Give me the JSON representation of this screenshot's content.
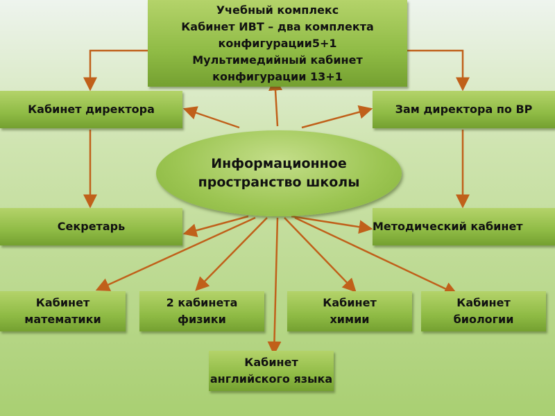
{
  "colors": {
    "arrow": "#c0601a",
    "box": "#8fbb45"
  },
  "center": "Информационное\nпространство школы",
  "nodes": {
    "top": "Учебный комплекс\nКабинет ИВТ – два комплекта\nконфигурации5+1\nМультимедийный кабинет\nконфигурации 13+1",
    "director": "Кабинет директора",
    "deputy": "Зам директора по ВР",
    "secretary": "Секретарь",
    "methodical": "Методический кабинет",
    "math": "Кабинет\nматематики",
    "physics": "2 кабинета\nфизики",
    "chemistry": "Кабинет\nхимии",
    "biology": "Кабинет\nбиологии",
    "english": "Кабинет\nанглийского языка"
  }
}
